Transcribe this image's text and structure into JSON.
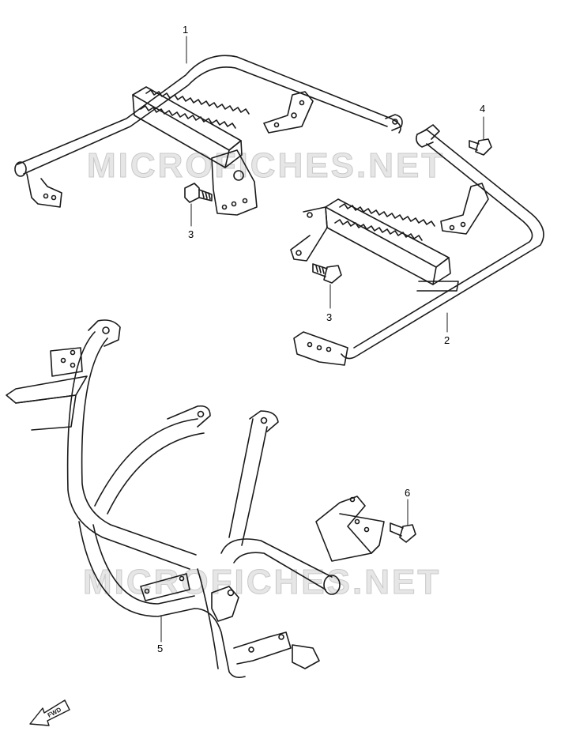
{
  "watermark": {
    "top": "MICROFICHES.NET",
    "bottom": "MICROFICHES.NET"
  },
  "callouts": {
    "part1": "1",
    "part2": "2",
    "part3a": "3",
    "part3b": "3",
    "part4": "4",
    "part5": "5",
    "part6": "6"
  },
  "fwd_label": "FWD",
  "colors": {
    "line": "#1a1a1a",
    "watermark": "#d0d0d0",
    "background": "#ffffff"
  }
}
